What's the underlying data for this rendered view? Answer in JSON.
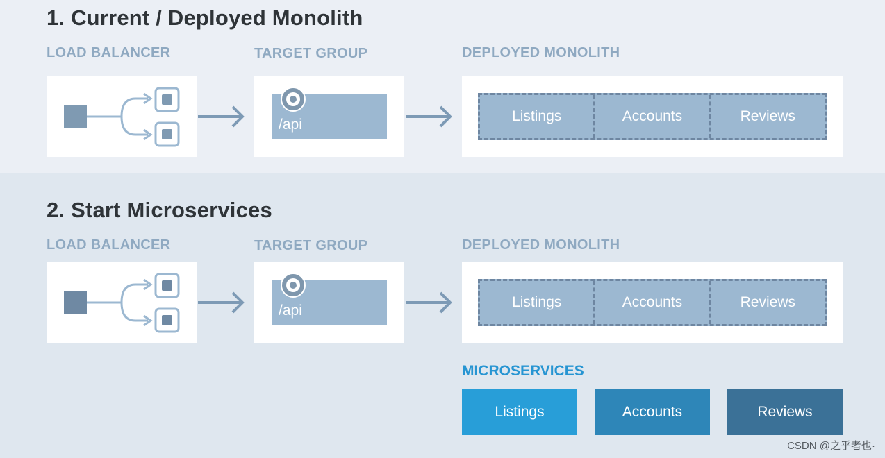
{
  "section1": {
    "title": "1. Current / Deployed Monolith",
    "load_balancer_label": "LOAD BALANCER",
    "target_group_label": "TARGET GROUP",
    "monolith_label": "DEPLOYED MONOLITH",
    "api_path": "/api",
    "monolith_segments": [
      "Listings",
      "Accounts",
      "Reviews"
    ]
  },
  "section2": {
    "title": "2. Start Microservices",
    "load_balancer_label": "LOAD BALANCER",
    "target_group_label": "TARGET GROUP",
    "monolith_label": "DEPLOYED MONOLITH",
    "api_path": "/api",
    "monolith_segments": [
      "Listings",
      "Accounts",
      "Reviews"
    ],
    "microservices_label": "MICROSERVICES",
    "microservices": [
      {
        "name": "Listings",
        "color": "#289ed8"
      },
      {
        "name": "Accounts",
        "color": "#2e86b8"
      },
      {
        "name": "Reviews",
        "color": "#3b7197"
      }
    ]
  },
  "colors": {
    "accent_blue": "#2795d2",
    "box_blue": "#9cb8d1",
    "label_gray_blue": "#8fa9c1",
    "arrow": "#7d9ab5"
  },
  "watermark": "CSDN @之乎者也·"
}
